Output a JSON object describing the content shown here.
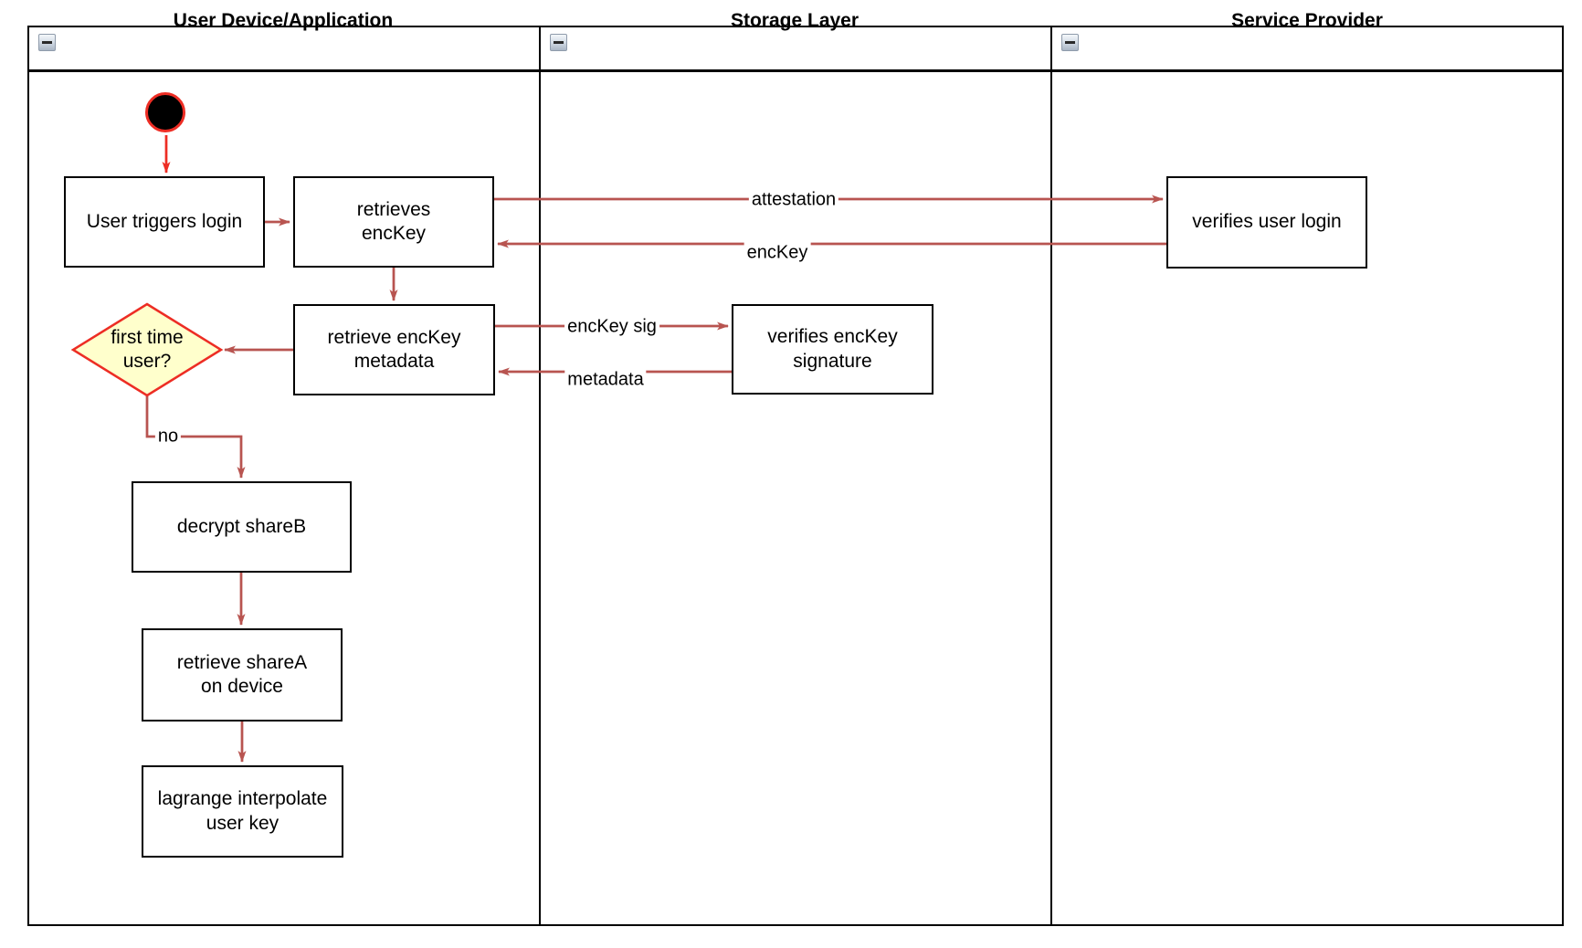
{
  "colors": {
    "red_bright": "#ed2d24",
    "red_dark": "#b85450",
    "line_black": "#000000",
    "diamond_fill": "#ffffcc",
    "node_fill": "#ffffff",
    "canvas_bg": "#ffffff"
  },
  "lanes": [
    {
      "title": "User Device/Application"
    },
    {
      "title": "Storage Layer"
    },
    {
      "title": "Service Provider"
    }
  ],
  "nodes": {
    "user_triggers_login": {
      "label": "User triggers login"
    },
    "retrieves_enckey": {
      "label": "retrieves\nencKey"
    },
    "verifies_user_login": {
      "label": "verifies user login"
    },
    "retrieve_enckey_metadata": {
      "label": "retrieve encKey\nmetadata"
    },
    "verifies_enckey_signature": {
      "label": "verifies encKey\nsignature"
    },
    "first_time_user": {
      "label": "first time\nuser?"
    },
    "decrypt_shareb": {
      "label": "decrypt shareB"
    },
    "retrieve_sharea": {
      "label": "retrieve shareA\non device"
    },
    "lagrange_interpolate": {
      "label": "lagrange interpolate\nuser key"
    }
  },
  "edge_labels": {
    "attestation": "attestation",
    "enckey": "encKey",
    "enckey_sig": "encKey sig",
    "metadata": "metadata",
    "no": "no"
  }
}
